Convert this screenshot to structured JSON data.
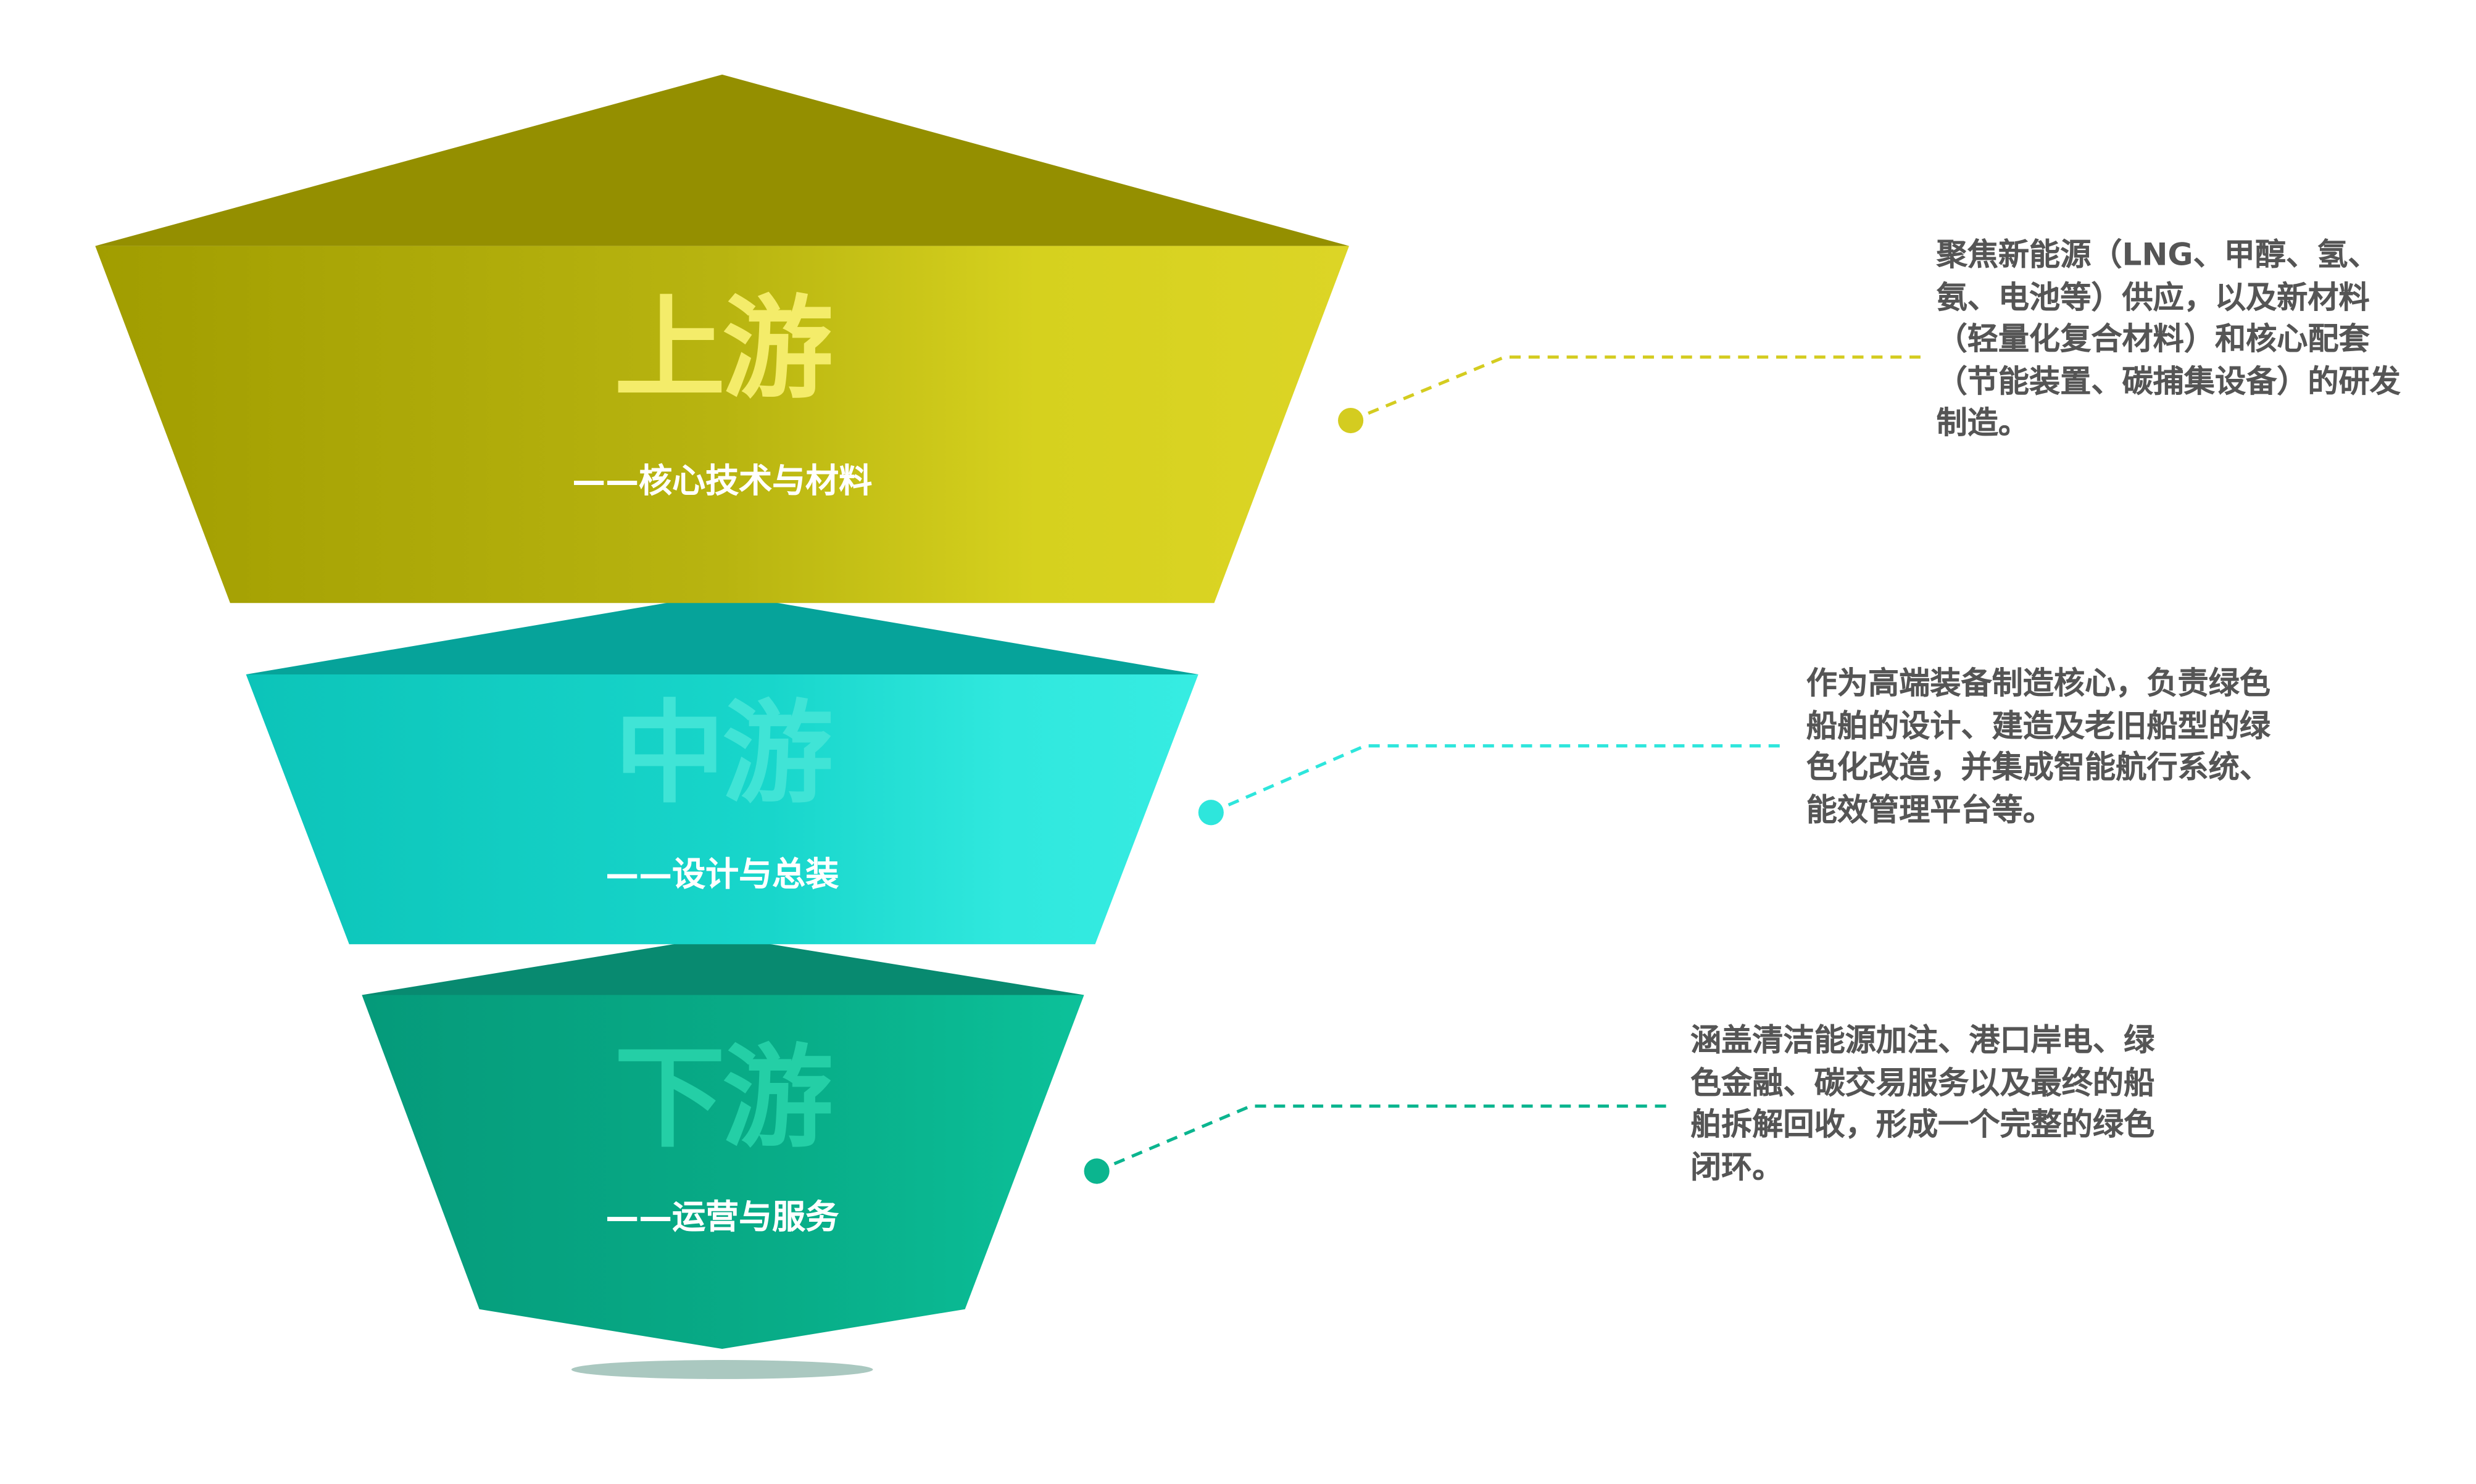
{
  "tiers": [
    {
      "title": "上游",
      "subtitle": "——核心技术与材料",
      "color": "#d4cc20",
      "description": [
        "聚焦新能源（LNG、甲醇、氢、",
        "氨、电池等）供应，以及新材料",
        "（轻量化复合材料）和核心配套",
        "（节能装置、碳捕集设备）的研发",
        "制造。"
      ]
    },
    {
      "title": "中游",
      "subtitle": "——设计与总装",
      "color": "#2ee6dc",
      "description": [
        "作为高端装备制造核心，负责绿色",
        "船舶的设计、建造及老旧船型的绿",
        "色化改造，并集成智能航行系统、",
        "能效管理平台等。"
      ]
    },
    {
      "title": "下游",
      "subtitle": "——运营与服务",
      "color": "#0bb58f",
      "description": [
        "涵盖清洁能源加注、港口岸电、绿",
        "色金融、碳交易服务以及最终的船",
        "舶拆解回收，形成一个完整的绿色",
        "闭环。"
      ]
    }
  ]
}
